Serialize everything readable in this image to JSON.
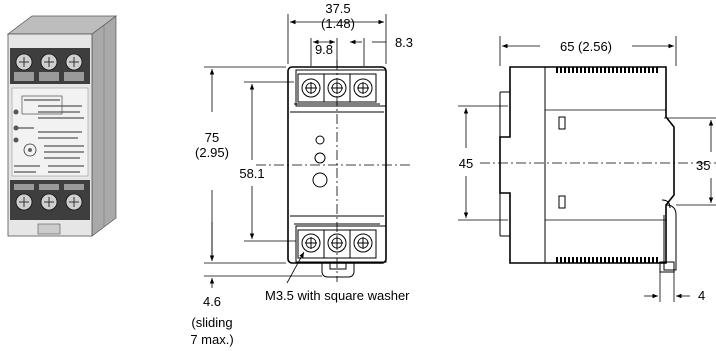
{
  "drawing": {
    "front_view": {
      "width_mm": "37.5",
      "width_in": "(1.48)",
      "terminal_pitch": "9.8",
      "edge_offset": "8.3",
      "height_mm": "75",
      "height_in": "(2.95)",
      "inner_height": "58.1",
      "bottom_offset": "4.6",
      "sliding_note_line1": "(sliding",
      "sliding_note_line2": "7 max.)",
      "terminal_note": "M3.5 with square washer"
    },
    "side_view": {
      "depth_mm": "65 (2.56)",
      "left_height": "45",
      "rail_height": "35",
      "rail_thickness": "4"
    }
  }
}
